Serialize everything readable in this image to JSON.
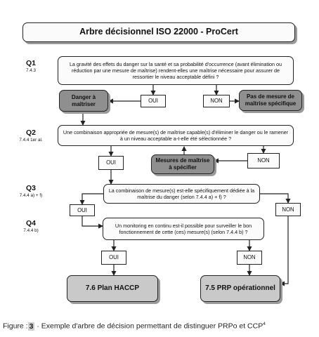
{
  "title": "Arbre décisionnel ISO 22000 - ProCert",
  "questions": [
    {
      "id": "Q1",
      "ref": "7.4.3",
      "text": "La gravité des effets du danger sur la santé et sa probabilité d'occurrence (avant élimination ou réduction par une mesure de maîtrise) rendent-elles une maîtrise nécessaire pour assurer de ressortier le niveau acceptable défini ?"
    },
    {
      "id": "Q2",
      "ref": "7.4.4 1er al.",
      "text": "Une combinaison appropriée de mesure(s) de maîtrise capable(s) d'éliminer le danger ou le ramener à un niveau acceptable a-t-elle été sélectionnée ?"
    },
    {
      "id": "Q3",
      "ref": "7.4.4 a) + f)",
      "text": "La combinaison de mesure(s) est-elle spécifiquement dédiée à la maîtrise du danger (selon 7.4.4 a) + f) ?"
    },
    {
      "id": "Q4",
      "ref": "7.4.4 b)",
      "text": "Un monitoring en continu est-il possible pour surveiller le bon fonctionnement de cette (ces) mesure(s) (selon 7.4.4 b) ?"
    }
  ],
  "answers": {
    "yes": "OUI",
    "no": "NON"
  },
  "outcomes": {
    "danger_a_maitriser": "Danger à maîtriser",
    "pas_de_mesure": "Pas de mesure de maîtrise spécifique",
    "mesures_a_specifier": "Mesures de maîtrise à spécifier",
    "plan_haccp": "7.6 Plan HACCP",
    "prp_operationnel": "7.5 PRP opérationnel"
  },
  "caption": {
    "label": "Figure :",
    "number": "3",
    "text": " · Exemple d'arbre de décision permettant de distinguer PRPo et CCP",
    "note": "4"
  }
}
